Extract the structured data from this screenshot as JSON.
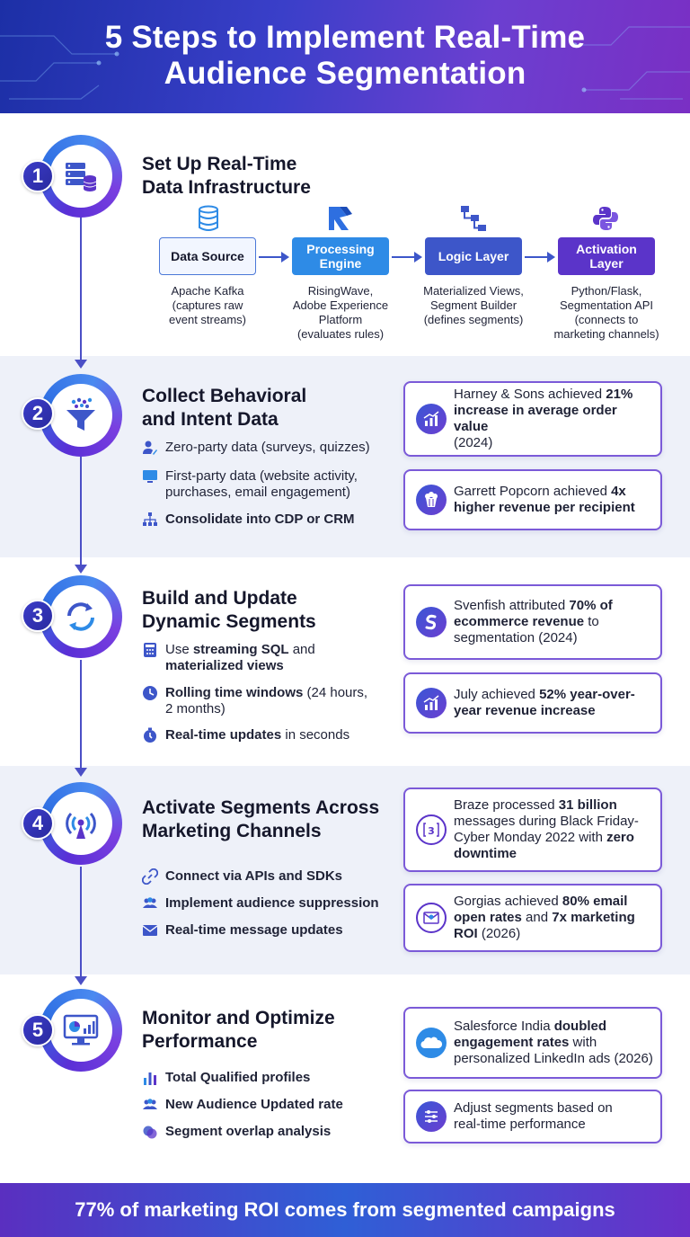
{
  "title": {
    "line1": "5 Steps to Implement Real-Time",
    "line2": "Audience Segmentation"
  },
  "steps": [
    {
      "number": "1",
      "title_lines": [
        "Set Up Real-Time",
        "Data Infrastructure"
      ],
      "icon": "server-database-icon",
      "flow": [
        {
          "label_lines": [
            "Data Source"
          ],
          "icon": "database-icon",
          "desc_lines": [
            "Apache Kafka",
            "(captures raw",
            "event streams)"
          ]
        },
        {
          "label_lines": [
            "Processing",
            "Engine"
          ],
          "icon": "risingwave-logo-icon",
          "desc_lines": [
            "RisingWave,",
            "Adobe Experience",
            "Platform",
            "(evaluates rules)"
          ]
        },
        {
          "label_lines": [
            "Logic Layer"
          ],
          "icon": "flowchart-icon",
          "desc_lines": [
            "Materialized Views,",
            "Segment Builder",
            "(defines segments)"
          ]
        },
        {
          "label_lines": [
            "Activation",
            "Layer"
          ],
          "icon": "python-logo-icon",
          "desc_lines": [
            "Python/Flask,",
            "Segmentation API",
            "(connects to",
            "marketing channels)"
          ]
        }
      ]
    },
    {
      "number": "2",
      "title_lines": [
        "Collect Behavioral",
        "and Intent Data"
      ],
      "icon": "funnel-icon",
      "bullets": [
        {
          "icon": "user-edit-icon",
          "lines": [
            "Zero-party data (surveys, quizzes)"
          ]
        },
        {
          "icon": "monitor-icon",
          "lines": [
            "First-party data (website activity,",
            "purchases, email engagement)"
          ]
        },
        {
          "icon": "hierarchy-icon",
          "bold": "Consolidate into CDP or CRM"
        }
      ],
      "cards": [
        {
          "icon": "growth-chart-icon",
          "pre": "Harney & Sons achieved ",
          "bold": "21%",
          "line2_bold": "increase in average order value",
          "line3": "(2024)"
        },
        {
          "icon": "popcorn-icon",
          "pre": "Garrett Popcorn achieved ",
          "bold": "4x",
          "line2_bold": "higher revenue per recipient"
        }
      ]
    },
    {
      "number": "3",
      "title_lines": [
        "Build and Update",
        "Dynamic Segments"
      ],
      "icon": "refresh-icon",
      "bullets": [
        {
          "icon": "calculator-icon",
          "pre": "Use ",
          "bold": "streaming SQL",
          "post": " and",
          "line2_bold": "materialized views"
        },
        {
          "icon": "clock-icon",
          "bold": "Rolling time windows",
          "post": " (24 hours,",
          "line2": "2 months)"
        },
        {
          "icon": "stopwatch-icon",
          "bold": "Real-time updates",
          "post": " in seconds"
        }
      ],
      "cards": [
        {
          "icon": "svenfish-logo-icon",
          "pre": "Svenfish attributed ",
          "bold": "70% of",
          "line2_bold": "ecommerce revenue",
          "line2_post": " to",
          "line3": "segmentation (2024)"
        },
        {
          "icon": "growth-chart-icon",
          "pre": "July achieved ",
          "bold": "52% year-over-",
          "line2_bold": "year revenue increase"
        }
      ]
    },
    {
      "number": "4",
      "title_lines": [
        "Activate Segments Across",
        "Marketing Channels"
      ],
      "icon": "broadcast-icon",
      "bullets": [
        {
          "icon": "link-icon",
          "pre": "Connect via ",
          "bold": "APIs",
          "post": " and ",
          "bold2": "SDKs"
        },
        {
          "icon": "users-icon",
          "bold": "Implement audience suppression"
        },
        {
          "icon": "mail-icon",
          "bold": "Real-time message updates"
        }
      ],
      "cards": [
        {
          "icon": "braze-logo-icon",
          "pre": "Braze processed ",
          "bold": "31 billion",
          "line2": "messages during Black Friday-",
          "line3": "Cyber Monday 2022 with ",
          "line3_bold": "zero",
          "line4_bold": "downtime"
        },
        {
          "icon": "email-badge-icon",
          "pre": "Gorgias achieved ",
          "bold": "80% email",
          "line2_bold": "open rates",
          "line2_post": " and ",
          "line2_bold2": "7x marketing",
          "line3_bold": "ROI",
          "line3_post": " (2026)"
        }
      ]
    },
    {
      "number": "5",
      "title_lines": [
        "Monitor and Optimize",
        "Performance"
      ],
      "icon": "dashboard-monitor-icon",
      "bullets": [
        {
          "icon": "bar-chart-icon",
          "bold": "Total Qualified profiles"
        },
        {
          "icon": "users-icon",
          "bold": "New Audience Updated rate"
        },
        {
          "icon": "overlap-icon",
          "bold": "Segment overlap analysis"
        }
      ],
      "cards": [
        {
          "icon": "salesforce-logo-icon",
          "pre": "Salesforce India ",
          "bold": "doubled",
          "line2_bold": "engagement rates",
          "line2_post": " with",
          "line3": "personalized LinkedIn ads (2026)"
        },
        {
          "icon": "sliders-icon",
          "line1": "Adjust segments based on",
          "line2": "real-time performance"
        }
      ]
    }
  ],
  "footer": "77% of marketing ROI comes from segmented campaigns",
  "colors": {
    "primary": "#3d56c9",
    "purple": "#5b34c9",
    "blue": "#2e8be6"
  }
}
